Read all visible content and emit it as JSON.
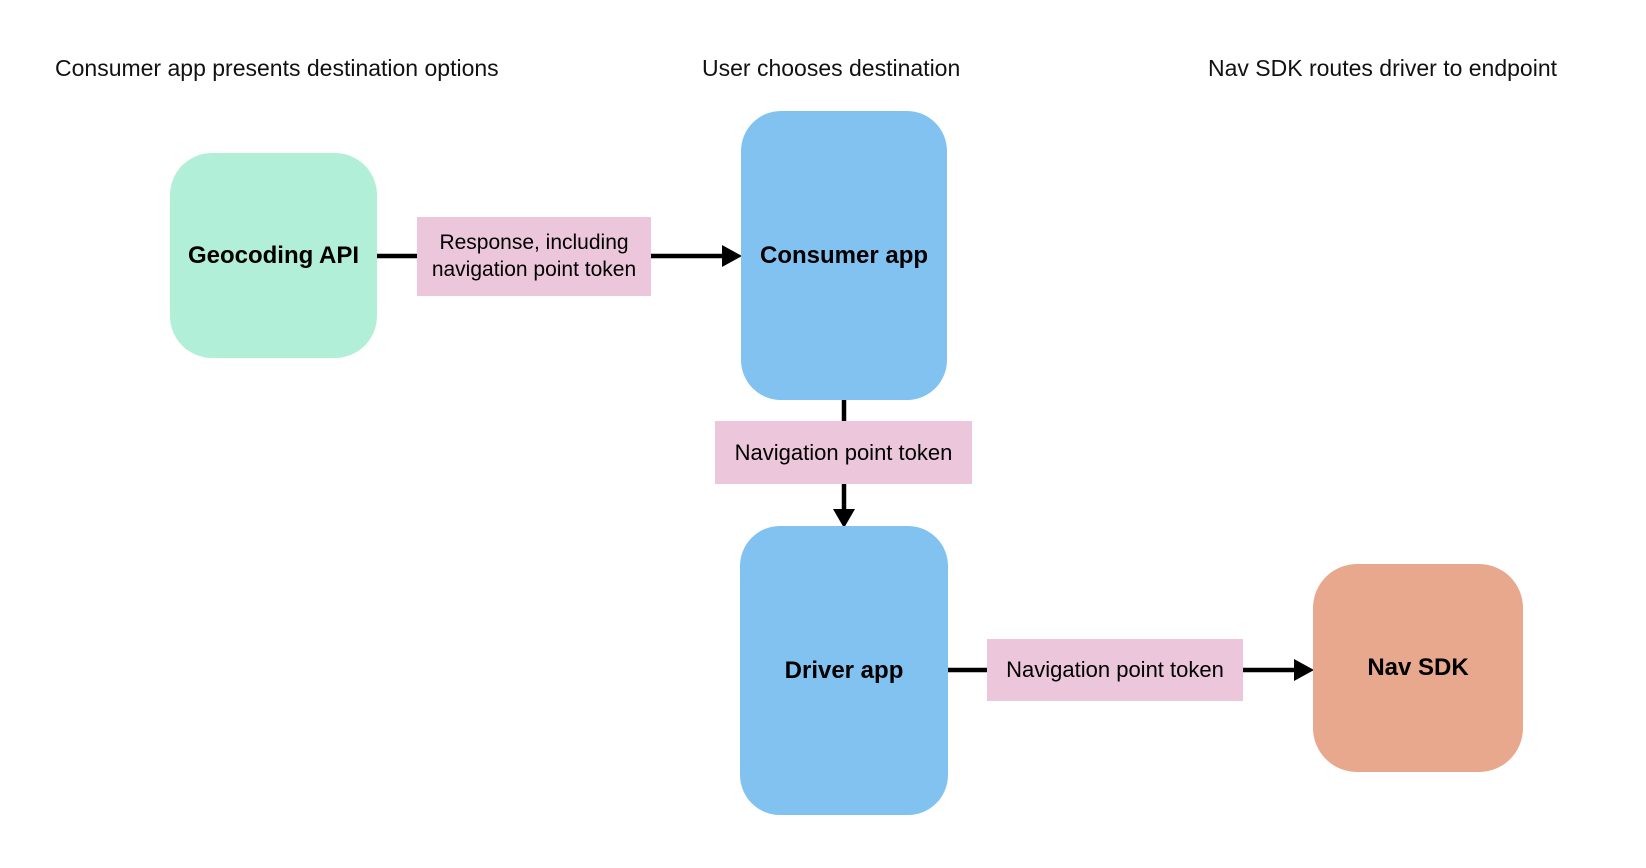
{
  "diagram": {
    "columns": [
      {
        "label": "Consumer app presents destination options"
      },
      {
        "label": "User chooses destination"
      },
      {
        "label": "Nav SDK routes driver to endpoint"
      }
    ],
    "nodes": {
      "geocoding_api": {
        "label": "Geocoding API",
        "color": "#b2efd9"
      },
      "consumer_app": {
        "label": "Consumer app",
        "color": "#81c2f1"
      },
      "driver_app": {
        "label": "Driver app",
        "color": "#81c2f1"
      },
      "nav_sdk": {
        "label": "Nav SDK",
        "color": "#e8a88d"
      }
    },
    "edges": {
      "geocoding_to_consumer": {
        "label": "Response, including navigation point token",
        "label_bg": "#ecc6da"
      },
      "consumer_to_driver": {
        "label": "Navigation point token",
        "label_bg": "#ecc6da"
      },
      "driver_to_nav_sdk": {
        "label": "Navigation point token",
        "label_bg": "#ecc6da"
      }
    },
    "colors": {
      "background": "#ffffff",
      "arrow": "#000000",
      "header_text": "#111111",
      "node_text": "#000000"
    }
  }
}
